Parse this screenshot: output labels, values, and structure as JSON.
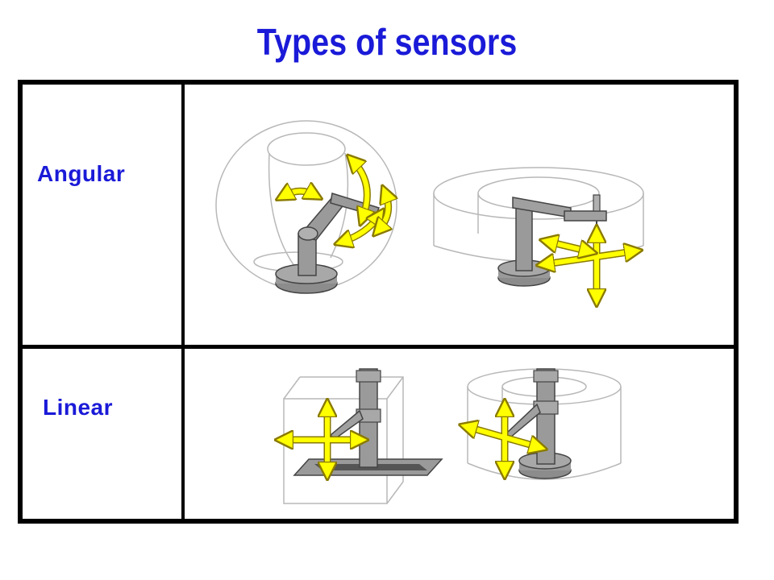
{
  "title": "Types of sensors",
  "rows": [
    {
      "label": "Angular"
    },
    {
      "label": "Linear"
    }
  ],
  "colors": {
    "title": "#1a1ad8",
    "label": "#1a1ad8",
    "arrow_fill": "#ffff00",
    "arrow_stroke": "#8a7a00",
    "robot_gray": "#9a9a9a",
    "envelope_line": "#b8b8b8",
    "border": "#000000"
  },
  "icons": [
    "spherical-robot-icon",
    "scara-robot-icon",
    "cartesian-robot-icon",
    "cylindrical-robot-icon"
  ]
}
